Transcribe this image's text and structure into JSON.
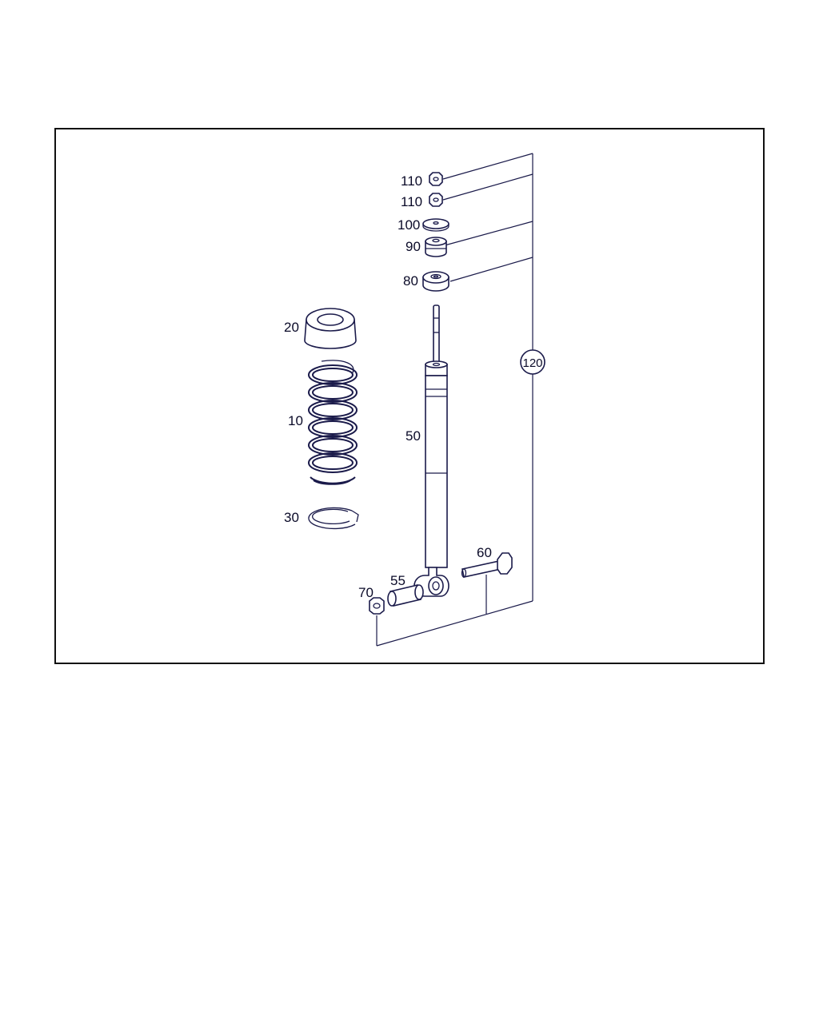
{
  "diagram": {
    "colors": {
      "line": "#1a1a4a",
      "frame": "#111111",
      "background": "#ffffff"
    },
    "callouts": [
      {
        "id": "nut-top",
        "text": "110"
      },
      {
        "id": "nut-second",
        "text": "110"
      },
      {
        "id": "washer",
        "text": "100"
      },
      {
        "id": "rubber-mount-upper",
        "text": "90"
      },
      {
        "id": "rubber-mount-lower",
        "text": "80"
      },
      {
        "id": "spring-pad",
        "text": "20"
      },
      {
        "id": "coil-spring",
        "text": "10"
      },
      {
        "id": "spring-seat-ring",
        "text": "30"
      },
      {
        "id": "shock-absorber",
        "text": "50"
      },
      {
        "id": "bolt",
        "text": "60"
      },
      {
        "id": "bushing-sleeve",
        "text": "55"
      },
      {
        "id": "lock-nut",
        "text": "70"
      },
      {
        "id": "kit-group",
        "text": "120"
      }
    ]
  }
}
